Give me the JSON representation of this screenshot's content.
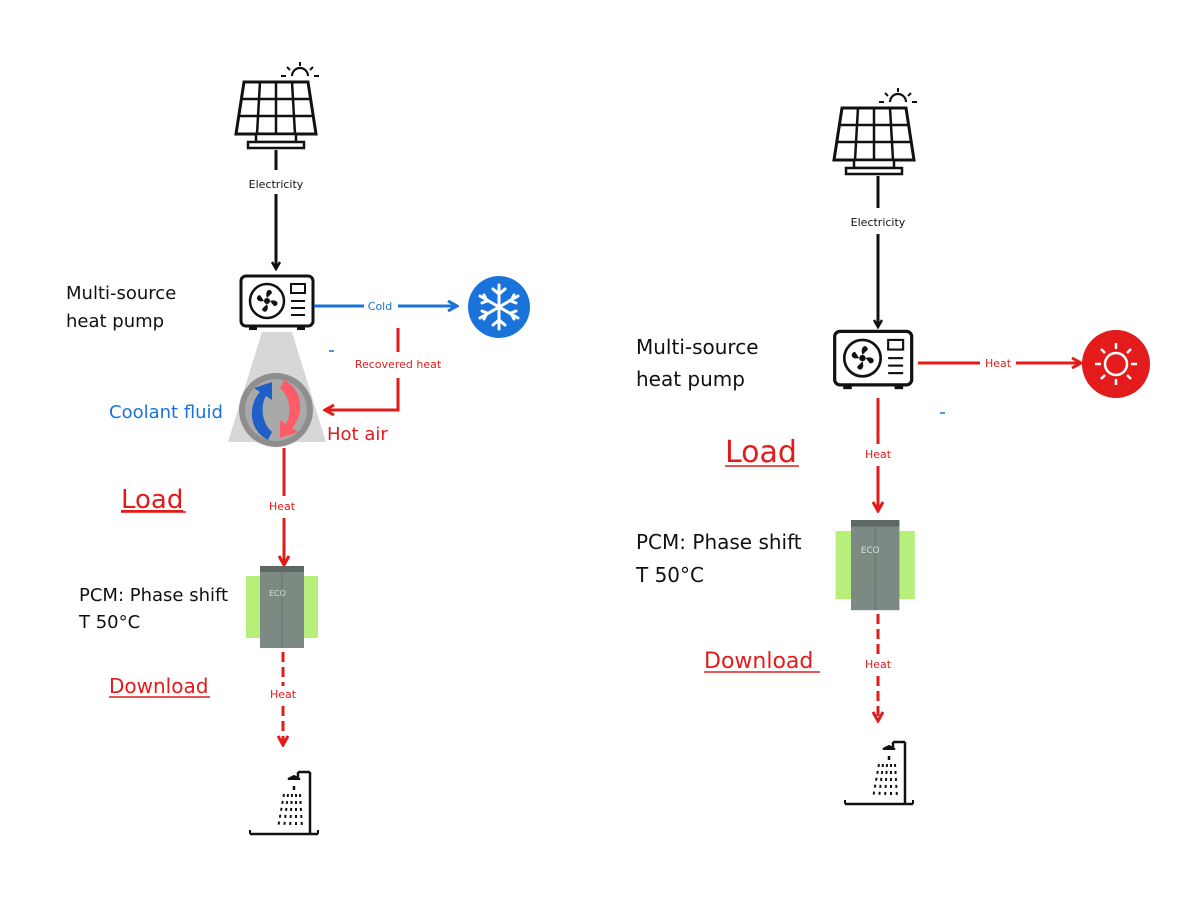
{
  "colors": {
    "red": "#e31b1b",
    "blue": "#1a73d9",
    "black": "#111111",
    "pcm_green": "#b6f07a",
    "pcm_gray": "#7d8a84",
    "cone_gray": "#d0d0d0"
  },
  "left": {
    "electricity": "Electricity",
    "heat_pump_label_line1": "Multi-source",
    "heat_pump_label_line2": "heat pump",
    "cold": "Cold",
    "recovered_heat": "Recovered heat",
    "coolant_fluid": "Coolant fluid",
    "hot_air": "Hot air",
    "load": "Load",
    "heat_load": "Heat",
    "pcm_line1": "PCM: Phase shift",
    "pcm_line2": "T 50°C",
    "download": "Download",
    "heat_download": "Heat",
    "icons": [
      "solar-panel-icon",
      "heat-pump-icon",
      "snowflake-icon",
      "heat-exchanger-icon",
      "pcm-tank-icon",
      "shower-icon"
    ]
  },
  "right": {
    "electricity": "Electricity",
    "heat_pump_label_line1": "Multi-source",
    "heat_pump_label_line2": "heat pump",
    "heat_out": "Heat",
    "load": "Load",
    "heat_load": "Heat",
    "pcm_line1": "PCM: Phase shift",
    "pcm_line2": "T 50°C",
    "download": "Download",
    "heat_download": "Heat",
    "icons": [
      "solar-panel-icon",
      "heat-pump-icon",
      "sun-icon",
      "pcm-tank-icon",
      "shower-icon"
    ]
  }
}
